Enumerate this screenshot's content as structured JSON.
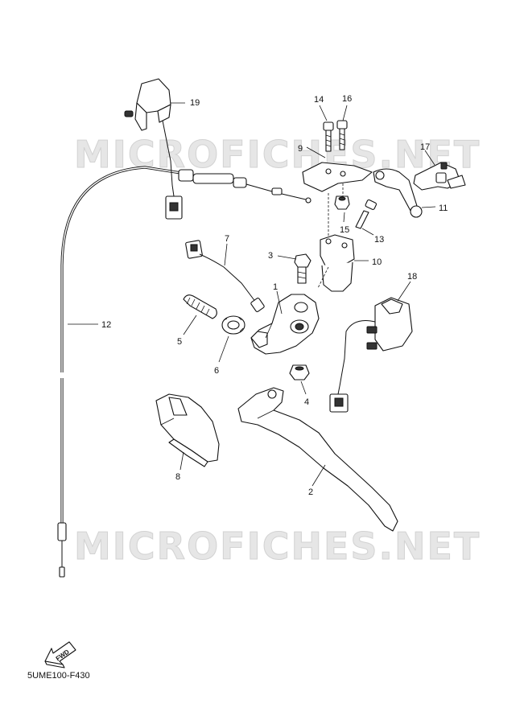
{
  "watermark": "MICROFICHES.NET",
  "figure_code": "5UME100-F430",
  "fwd_label": "FWD",
  "callouts": {
    "c1": "1",
    "c2": "2",
    "c3": "3",
    "c4": "4",
    "c5": "5",
    "c6": "6",
    "c7": "7",
    "c8": "8",
    "c9": "9",
    "c10": "10",
    "c11": "11",
    "c12": "12",
    "c13": "13",
    "c14": "14",
    "c15": "15",
    "c16": "16",
    "c17": "17",
    "c18": "18",
    "c19": "19"
  }
}
